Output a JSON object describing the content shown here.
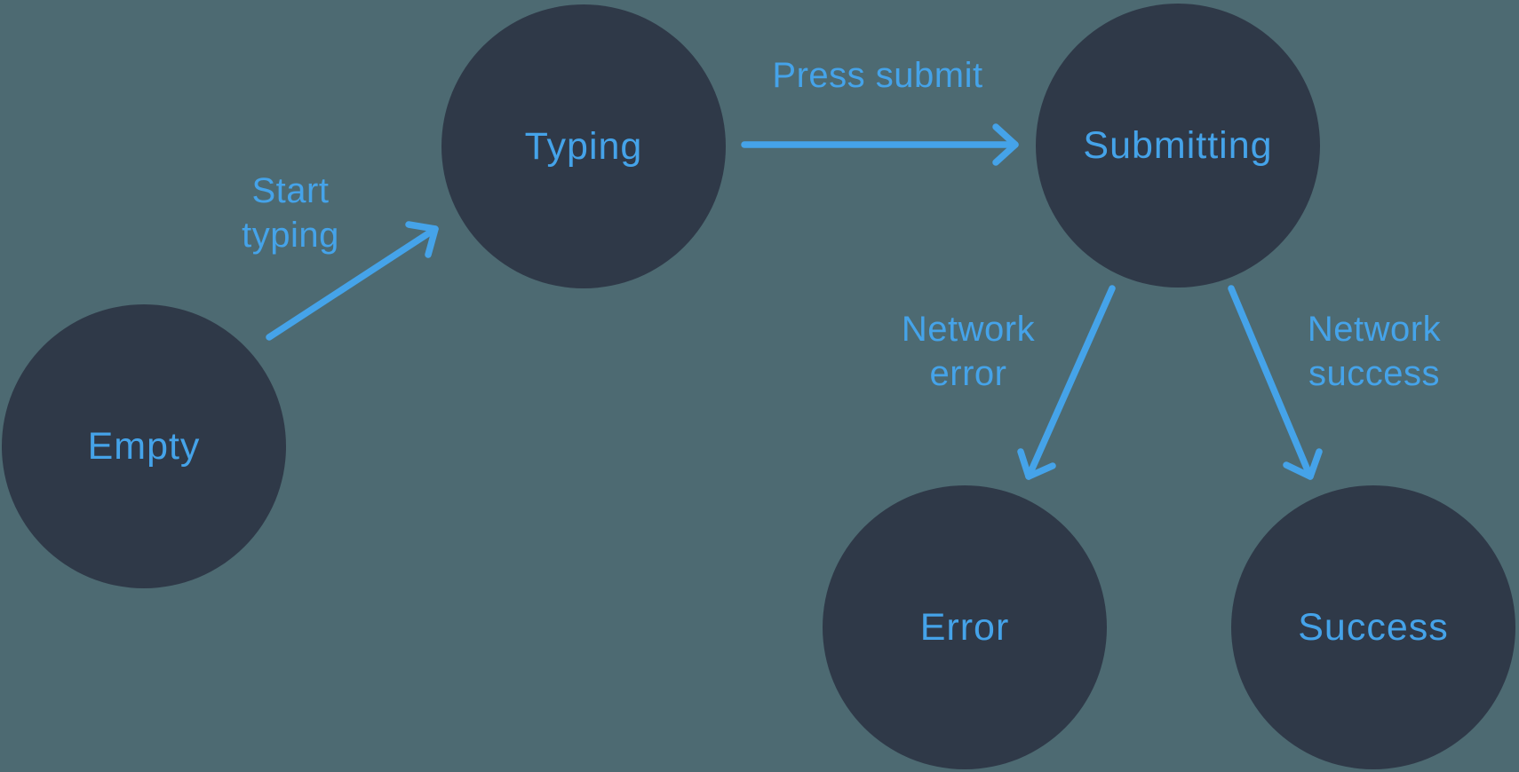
{
  "colors": {
    "background": "#4D6A72",
    "node_fill": "#2F3948",
    "accent": "#45A3E9"
  },
  "diagram": {
    "type": "state-machine",
    "nodes": [
      {
        "id": "empty",
        "label": "Empty"
      },
      {
        "id": "typing",
        "label": "Typing"
      },
      {
        "id": "submitting",
        "label": "Submitting"
      },
      {
        "id": "error",
        "label": "Error"
      },
      {
        "id": "success",
        "label": "Success"
      }
    ],
    "edges": [
      {
        "from": "empty",
        "to": "typing",
        "label": "Start typing",
        "label_lines": [
          "Start",
          "typing"
        ]
      },
      {
        "from": "typing",
        "to": "submitting",
        "label": "Press submit",
        "label_lines": [
          "Press submit"
        ]
      },
      {
        "from": "submitting",
        "to": "error",
        "label": "Network error",
        "label_lines": [
          "Network",
          "error"
        ]
      },
      {
        "from": "submitting",
        "to": "success",
        "label": "Network success",
        "label_lines": [
          "Network",
          "success"
        ]
      }
    ]
  }
}
